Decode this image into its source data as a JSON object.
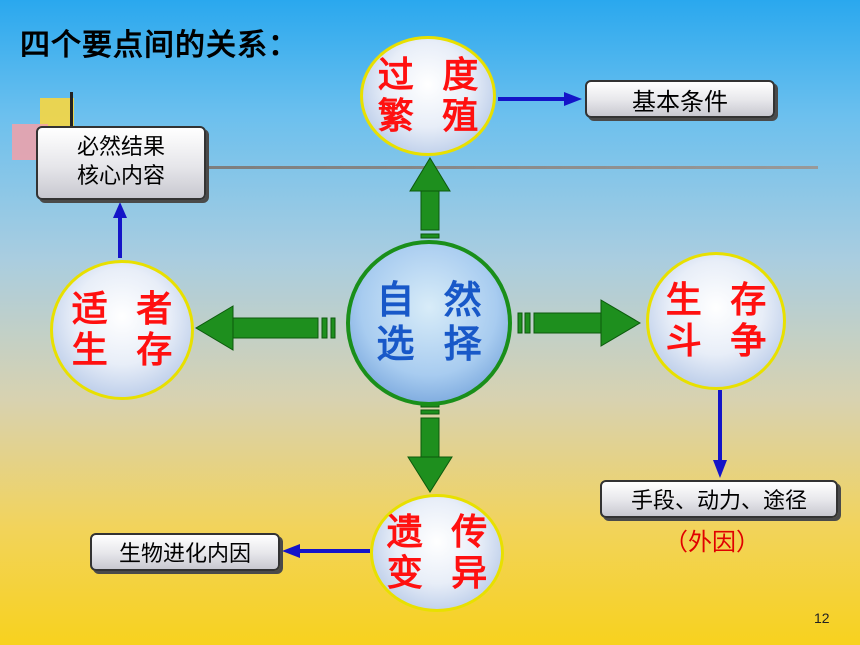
{
  "slide": {
    "title": "四个要点间的关系：",
    "page_number": "12"
  },
  "circles": {
    "center": {
      "line1": "自 然",
      "line2": "选 择"
    },
    "top": {
      "line1": "过 度",
      "line2": "繁 殖"
    },
    "left": {
      "line1": "适 者",
      "line2": "生 存"
    },
    "right": {
      "line1": "生 存",
      "line2": "斗 争"
    },
    "bottom": {
      "line1": "遗 传",
      "line2": "变 异"
    }
  },
  "boxes": {
    "basic_condition": "基本条件",
    "necessary_result_line1": "必然结果",
    "necessary_result_line2": "核心内容",
    "means": "手段、动力、途径",
    "internal_cause": "生物进化内因"
  },
  "notes": {
    "external_cause": "（外因）"
  },
  "colors": {
    "green_arrow": "#1e8f1e",
    "blue_arrow": "#1414c8",
    "circle_text_red": "#ff1010",
    "center_text_blue": "#1858c8",
    "note_red": "#e00000"
  }
}
